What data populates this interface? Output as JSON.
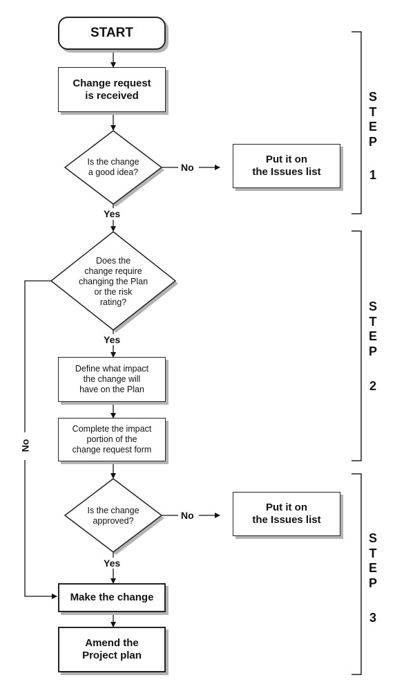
{
  "nodes": {
    "start": "START",
    "received": "Change request\nis received",
    "good_idea": "Is the change\na good idea?",
    "issues_1": "Put it on\nthe Issues list",
    "require_change": "Does the\nchange require\nchanging the Plan\nor the risk\nrating?",
    "define_impact": "Define what impact\nthe change will\nhave on the Plan",
    "complete_impact": "Complete the impact\nportion of the\nchange request form",
    "approved": "Is the change\napproved?",
    "issues_2": "Put it on\nthe Issues list",
    "make_change": "Make the change",
    "amend": "Amend the\nProject plan"
  },
  "edge_labels": {
    "no_good_idea": "No",
    "yes_good_idea": "Yes",
    "yes_require": "Yes",
    "no_require": "No",
    "no_approved": "No",
    "yes_approved": "Yes"
  },
  "steps": {
    "step1": {
      "word": "S\nT\nE\nP",
      "number": "1"
    },
    "step2": {
      "word": "S\nT\nE\nP",
      "number": "2"
    },
    "step3": {
      "word": "S\nT\nE\nP",
      "number": "3"
    }
  }
}
